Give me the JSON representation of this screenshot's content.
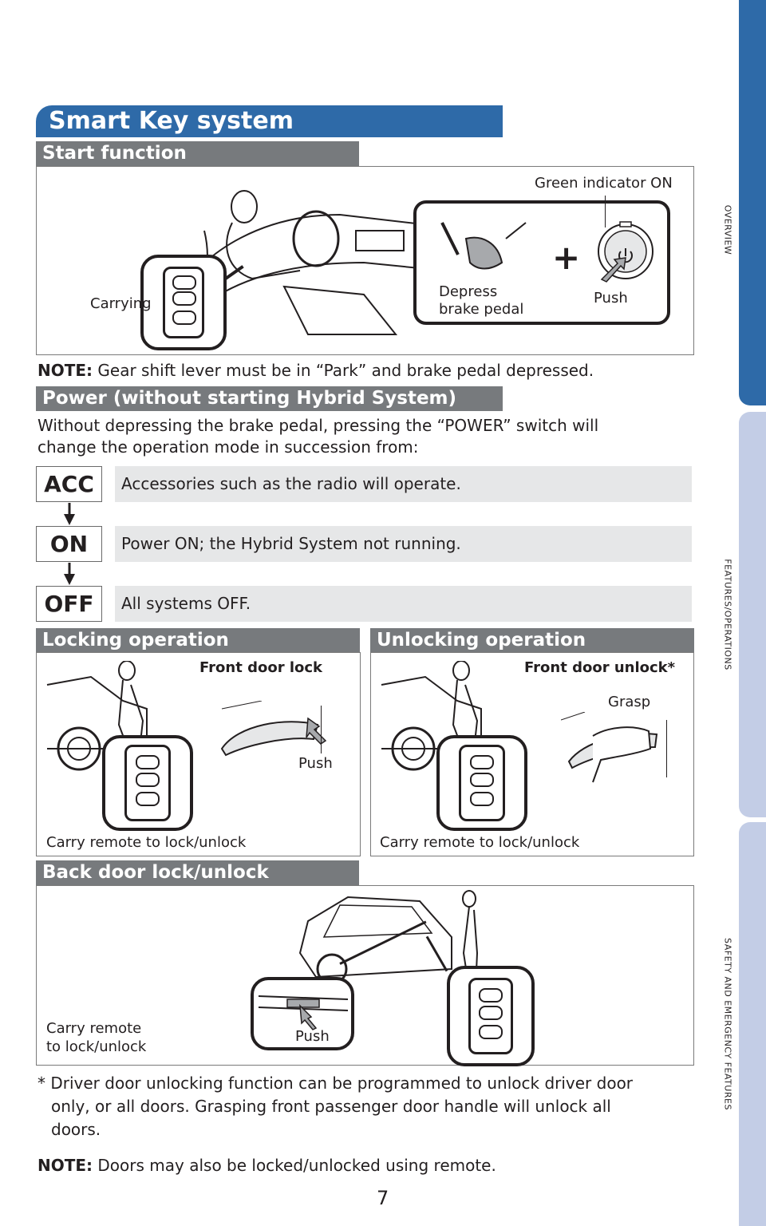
{
  "page_number": "7",
  "side_tabs": [
    "OVERVIEW",
    "FEATURES/OPERATIONS",
    "SAFETY AND EMERGENCY FEATURES"
  ],
  "title": "Smart Key system",
  "start_function": {
    "header": "Start function",
    "green_indicator": "Green indicator ON",
    "carrying": "Carrying",
    "depress": [
      "Depress",
      "brake pedal"
    ],
    "push": "Push"
  },
  "note1": {
    "label": "NOTE:",
    "text": " Gear shift lever must be in “Park” and brake pedal depressed."
  },
  "power": {
    "header": "Power (without starting Hybrid System)",
    "intro": [
      "Without depressing the brake pedal, pressing the “POWER” switch will",
      "change the operation mode in succession from:"
    ],
    "modes": [
      {
        "label": "ACC",
        "desc": "Accessories such as the radio will operate."
      },
      {
        "label": "ON",
        "desc": "Power ON; the Hybrid System not running."
      },
      {
        "label": "OFF",
        "desc": "All systems OFF."
      }
    ]
  },
  "locking": {
    "header": "Locking operation",
    "caption": "Front door lock",
    "push": "Push",
    "carry": "Carry remote to lock/unlock"
  },
  "unlocking": {
    "header": "Unlocking operation",
    "caption": "Front door unlock*",
    "grasp": "Grasp",
    "carry": "Carry remote to lock/unlock"
  },
  "back_door": {
    "header": "Back door lock/unlock",
    "carry": [
      "Carry remote",
      "to lock/unlock"
    ],
    "push": "Push"
  },
  "footnote": [
    "* Driver door unlocking function can be programmed to unlock driver door",
    "only, or all doors. Grasping front passenger door handle will unlock all",
    "doors."
  ],
  "note2": {
    "label": "NOTE:",
    "text": " Doors may also be locked/unlocked using remote."
  },
  "colors": {
    "tab_active": "#2e6aa8",
    "tab_inactive": "#c3cde6",
    "header_gray": "#777a7d",
    "title_bg": "#2e6aa8",
    "bar_gray": "#e6e7e8"
  }
}
